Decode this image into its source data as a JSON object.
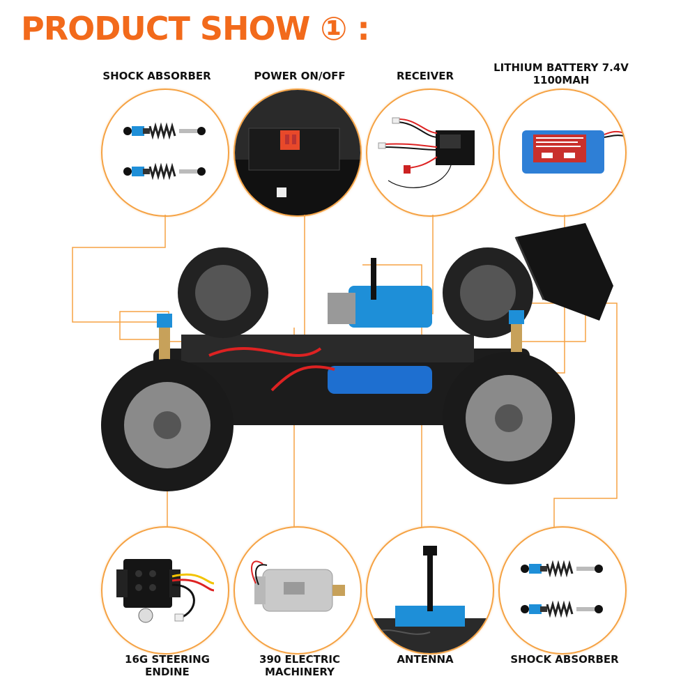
{
  "title": "PRODUCT SHOW ① :",
  "labels": {
    "shock_absorber_top": "SHOCK ABSORBER",
    "power": "POWER ON/OFF",
    "receiver": "RECEIVER",
    "battery": "LITHIUM BATTERY 7.4V\n1100MAH",
    "steering": "16G STEERING\nENDINE",
    "motor": "390 ELECTRIC\nMACHINERY",
    "antenna": "ANTENNA",
    "shock_absorber_bottom": "SHOCK ABSORBER"
  },
  "colors": {
    "accent": "#F26A1B",
    "line": "#F5A243",
    "blue": "#1E8FD8",
    "car_body": "#1c1c1c"
  }
}
